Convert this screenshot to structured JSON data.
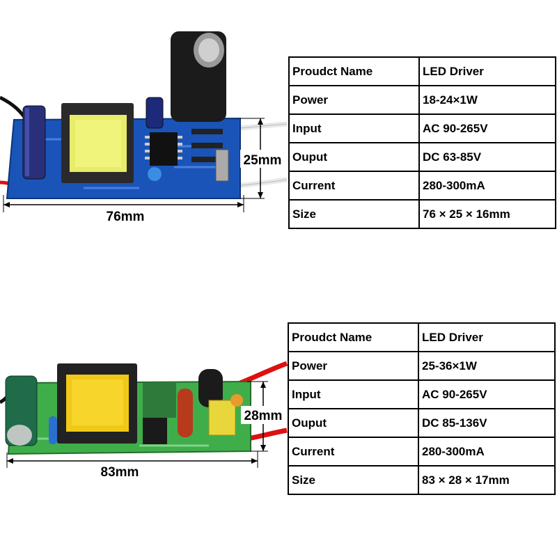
{
  "products": [
    {
      "specs": [
        {
          "label": "Proudct Name",
          "value": "LED Driver"
        },
        {
          "label": "Power",
          "value": "18-24×1W"
        },
        {
          "label": "Input",
          "value": "AC 90-265V"
        },
        {
          "label": "Ouput",
          "value": "DC 63-85V"
        },
        {
          "label": "Current",
          "value": "280-300mA"
        },
        {
          "label": "Size",
          "value": "76 × 25 × 16mm"
        }
      ],
      "length_label": "76mm",
      "width_label": "25mm",
      "board_color": "#1a54b8"
    },
    {
      "specs": [
        {
          "label": "Proudct Name",
          "value": "LED Driver"
        },
        {
          "label": "Power",
          "value": "25-36×1W"
        },
        {
          "label": "Input",
          "value": "AC 90-265V"
        },
        {
          "label": "Ouput",
          "value": "DC 85-136V"
        },
        {
          "label": "Current",
          "value": "280-300mA"
        },
        {
          "label": "Size",
          "value": "83 × 28 × 17mm"
        }
      ],
      "length_label": "83mm",
      "width_label": "28mm",
      "board_color": "#3fae4a"
    }
  ]
}
